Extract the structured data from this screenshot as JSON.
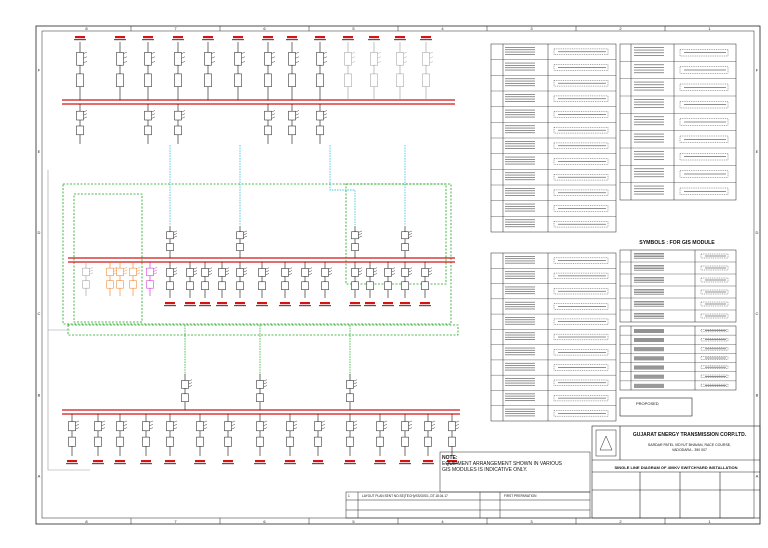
{
  "sheet": {
    "grid_columns": [
      "8",
      "7",
      "6",
      "5",
      "4",
      "3",
      "2",
      "1"
    ],
    "grid_rows": [
      "F",
      "E",
      "D",
      "C",
      "B",
      "A"
    ]
  },
  "note": {
    "heading": "NOTE:",
    "text": "EQUIPMENT ARRANGEMENT SHOWN IN VARIOUS GIS MODULES IS INDICATIVE ONLY."
  },
  "gis_symbols_title": "SYMBOLS : FOR GIS MODULE",
  "title_block": {
    "company": "GUJARAT ENERGY TRANSMISSION CORP.LTD.",
    "address_line1": "SARDAR PATEL VIDYUT BHAVAN, RACE COURSE,",
    "address_line2": "VADODARA - 390 007",
    "drawing_title": "SINGLE LINE DIAGRAM OF 400KV SWITCHYARD INSTALLATION",
    "status": "PROPOSED"
  },
  "revisions": [
    {
      "no": "1",
      "desc": "LAYOUT PLAN SENT NO.SE(TECH)/SS/GIS/1, DT.18.04.17",
      "date": "",
      "by": "FIRST PREPARATION"
    }
  ],
  "colors": {
    "bus": "#d41414",
    "feeder": "#111111",
    "link_cyan": "#1ab8d6",
    "zone_green": "#1aa51a",
    "orange": "#f07a1a",
    "magenta": "#d21ad2",
    "grey": "#9a9a9a"
  }
}
